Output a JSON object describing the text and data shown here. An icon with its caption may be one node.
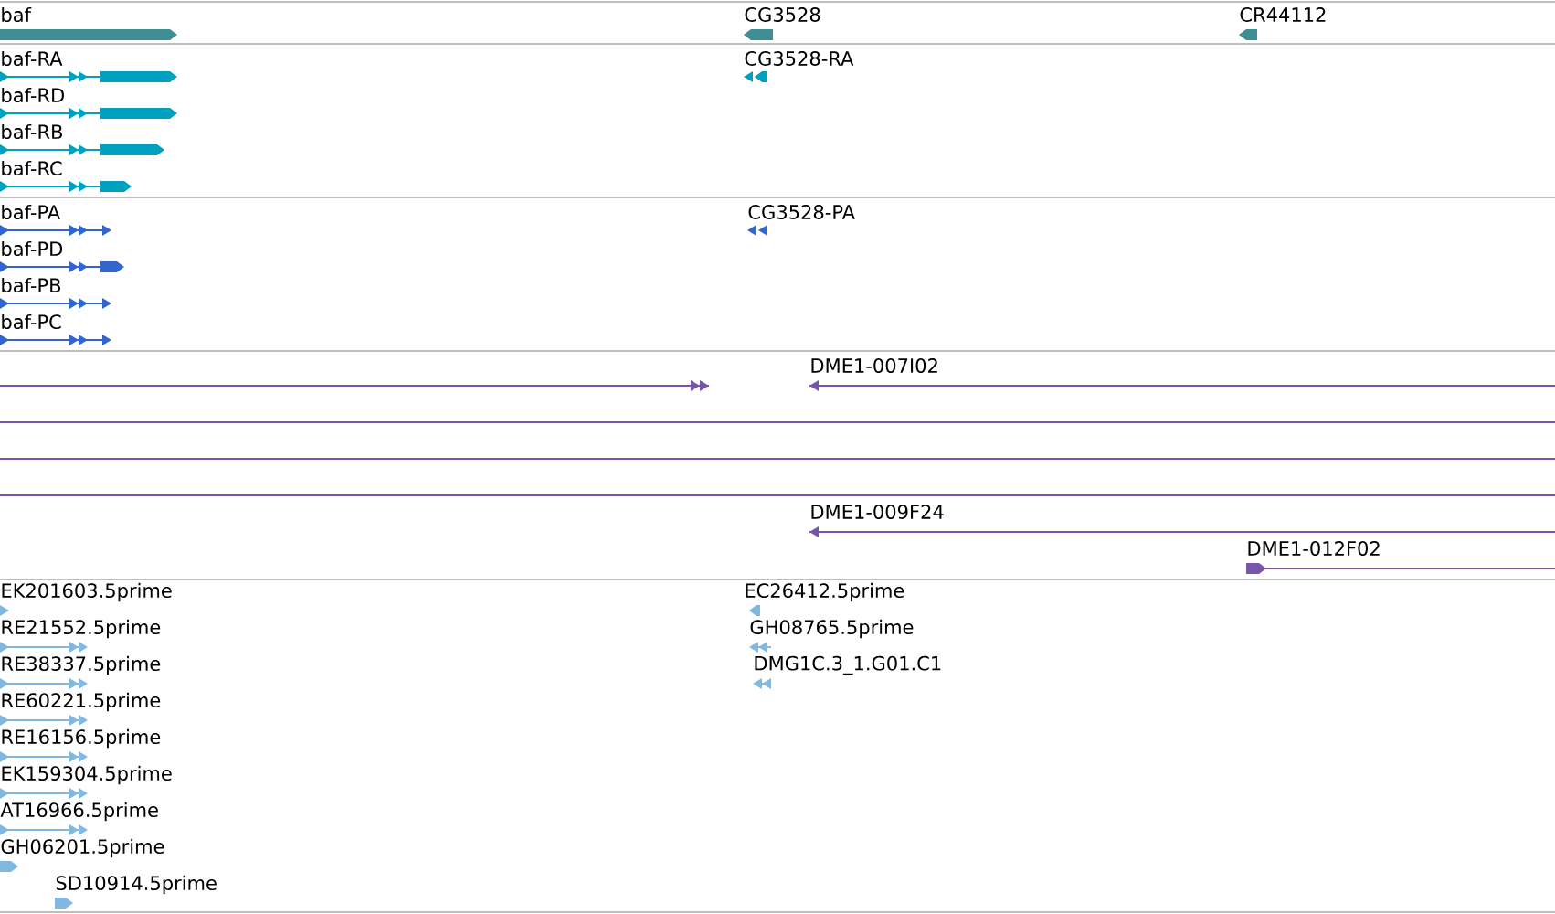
{
  "diagram": {
    "labels": [
      "baf",
      "CG3528",
      "CR44112",
      "baf-RA",
      "CG3528-RA",
      "baf-RD",
      "baf-RB",
      "baf-RC",
      "baf-PA",
      "CG3528-PA",
      "baf-PD",
      "baf-PB",
      "baf-PC",
      "DME1-007I02",
      "DME1-009F24",
      "DME1-012F02",
      "EK201603.5prime",
      "EC26412.5prime",
      "RE21552.5prime",
      "GH08765.5prime",
      "RE38337.5prime",
      "DMG1C.3_1.G01.C1",
      "RE60221.5prime",
      "RE16156.5prime",
      "EK159304.5prime",
      "AT16966.5prime",
      "GH06201.5prime",
      "SD10914.5prime"
    ]
  }
}
